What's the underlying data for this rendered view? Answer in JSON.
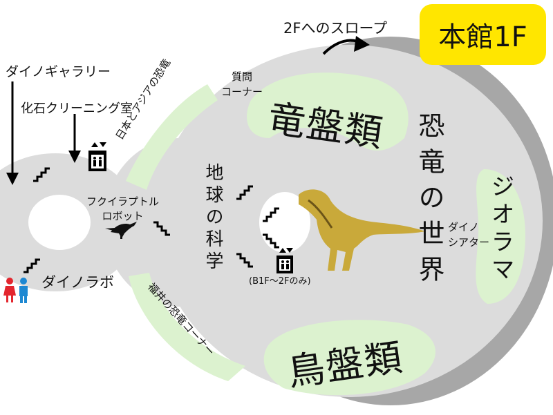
{
  "floor_badge": {
    "text": "本館1F",
    "color": "#ffe600"
  },
  "colors": {
    "floor": "#dcdcdc",
    "shadow": "#a7a7a7",
    "green": "#dcf2cf"
  },
  "labels": {
    "slope": "2Fへのスロープ",
    "dino_gallery": "ダイノギャラリー",
    "fossil_cleaning": "化石クリーニング室",
    "question_corner": "質問\nコーナー",
    "japan_asia": "日本とアジアの恐竜",
    "fukuiraptor_robot": "フクイラプトル\nロボット",
    "dino_lab": "ダイノラボ",
    "fukui_corner": "福井の恐竜コーナー",
    "earth_science": "地球の科学",
    "elevator_note": "(B1F〜2Fのみ)",
    "saurischia": "竜盤類",
    "ornithischia": "鳥盤類",
    "dino_world": "恐竜の世界",
    "diorama": "ジオラマ",
    "dino_theater": "ダイノ\nシアター"
  },
  "icons": [
    "elevator-icon",
    "restroom-icon",
    "stairs-icon",
    "t-rex-figure",
    "raptor-icon",
    "arrow-icon"
  ]
}
